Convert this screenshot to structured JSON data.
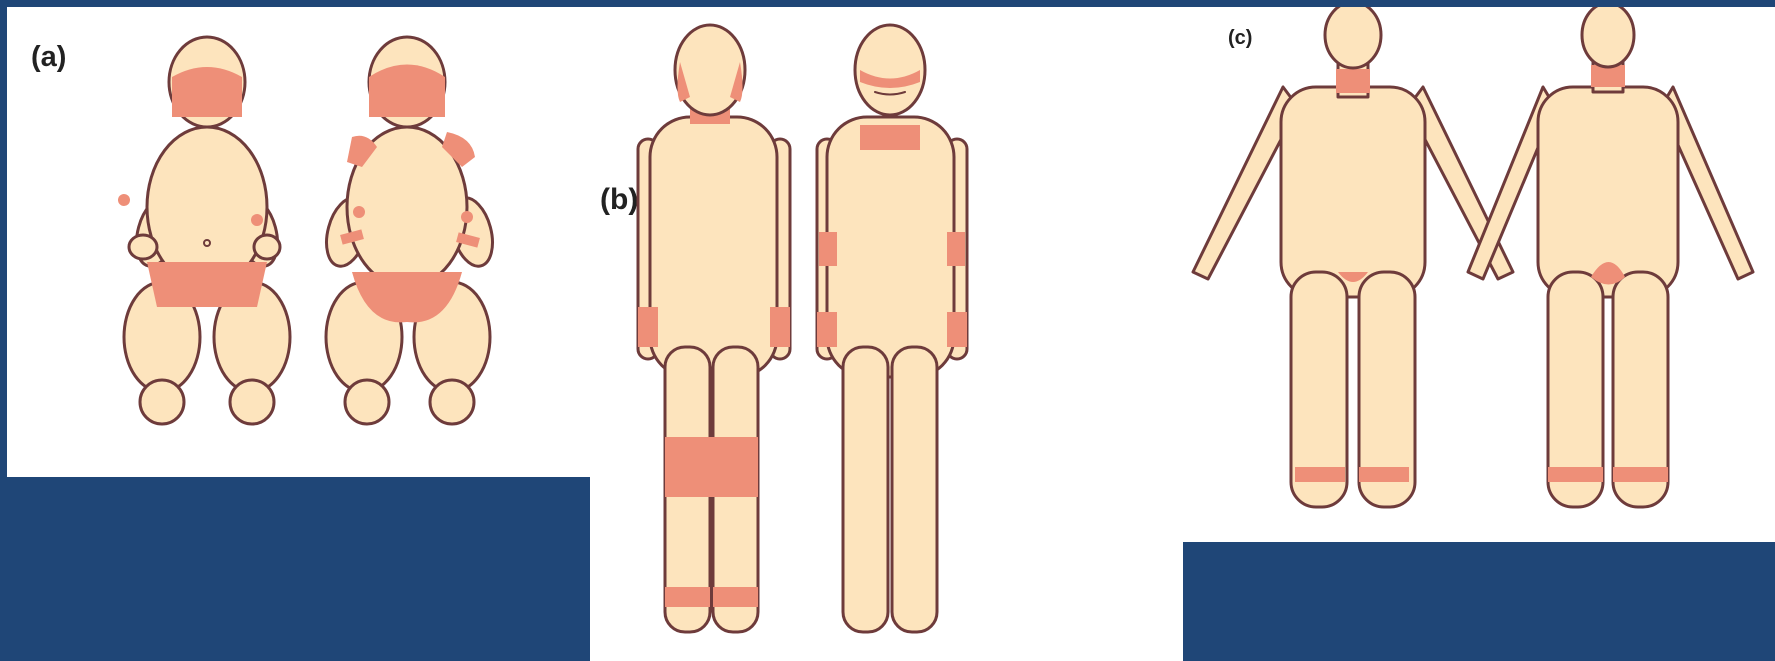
{
  "panels": [
    {
      "label": "(a)"
    },
    {
      "label": "(b)"
    },
    {
      "label": "(c)"
    }
  ],
  "colors": {
    "background": "#1f4677",
    "panel": "#ffffff",
    "skin": "#fde4bd",
    "outline": "#6e3b3b",
    "rash": "#ee8f78"
  }
}
